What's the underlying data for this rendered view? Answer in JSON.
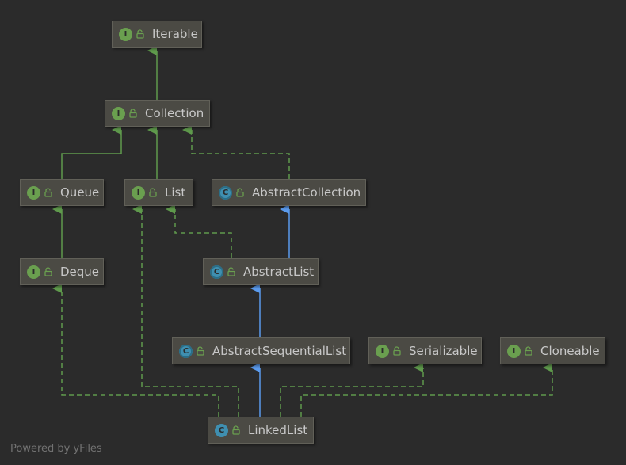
{
  "nodes": {
    "iterable": {
      "label": "Iterable",
      "kind": "I"
    },
    "collection": {
      "label": "Collection",
      "kind": "I"
    },
    "queue": {
      "label": "Queue",
      "kind": "I"
    },
    "list": {
      "label": "List",
      "kind": "I"
    },
    "abstract_collection": {
      "label": "AbstractCollection",
      "kind": "C"
    },
    "deque": {
      "label": "Deque",
      "kind": "I"
    },
    "abstract_list": {
      "label": "AbstractList",
      "kind": "C"
    },
    "abstract_sequential_list": {
      "label": "AbstractSequentialList",
      "kind": "C"
    },
    "serializable": {
      "label": "Serializable",
      "kind": "I"
    },
    "cloneable": {
      "label": "Cloneable",
      "kind": "I"
    },
    "linked_list": {
      "label": "LinkedList",
      "kind": "C"
    }
  },
  "edges": [
    {
      "from": "Collection",
      "to": "Iterable",
      "type": "interface-extends"
    },
    {
      "from": "Queue",
      "to": "Collection",
      "type": "interface-extends"
    },
    {
      "from": "List",
      "to": "Collection",
      "type": "interface-extends"
    },
    {
      "from": "AbstractCollection",
      "to": "Collection",
      "type": "implements"
    },
    {
      "from": "Deque",
      "to": "Queue",
      "type": "interface-extends"
    },
    {
      "from": "AbstractList",
      "to": "List",
      "type": "implements"
    },
    {
      "from": "AbstractList",
      "to": "AbstractCollection",
      "type": "class-extends"
    },
    {
      "from": "AbstractSequentialList",
      "to": "AbstractList",
      "type": "class-extends"
    },
    {
      "from": "LinkedList",
      "to": "AbstractSequentialList",
      "type": "class-extends"
    },
    {
      "from": "LinkedList",
      "to": "Deque",
      "type": "implements"
    },
    {
      "from": "LinkedList",
      "to": "List",
      "type": "implements"
    },
    {
      "from": "LinkedList",
      "to": "Serializable",
      "type": "implements"
    },
    {
      "from": "LinkedList",
      "to": "Cloneable",
      "type": "implements"
    }
  ],
  "colors": {
    "background": "#2b2b2b",
    "interface_edge": "#5f9a4c",
    "class_edge": "#5b9bed",
    "interface_badge": "#6a9f4f",
    "class_badge": "#3f8fb0"
  },
  "footer": "Powered by yFiles"
}
